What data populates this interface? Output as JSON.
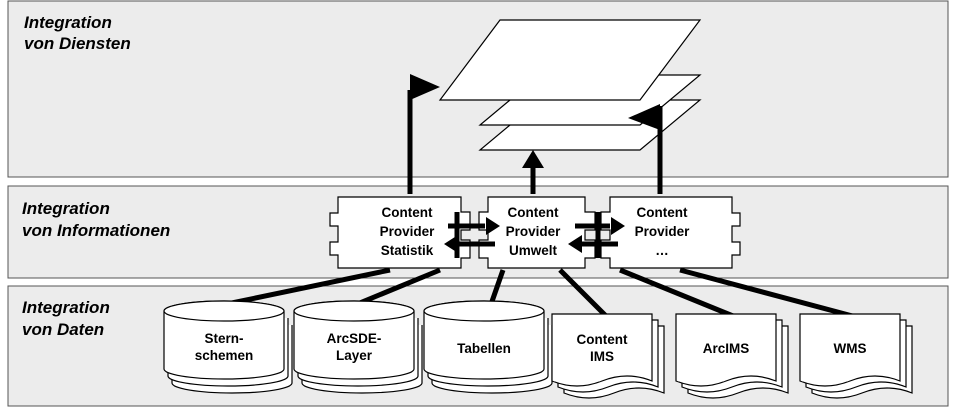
{
  "layers": {
    "services": {
      "line1": "Integration",
      "line2": "von Diensten"
    },
    "information": {
      "line1": "Integration",
      "line2": "von Informationen"
    },
    "data": {
      "line1": "Integration",
      "line2": "von Daten"
    }
  },
  "providers": [
    {
      "line1": "Content",
      "line2": "Provider",
      "line3": "Statistik"
    },
    {
      "line1": "Content",
      "line2": "Provider",
      "line3": "Umwelt"
    },
    {
      "line1": "Content",
      "line2": "Provider",
      "line3": "…"
    }
  ],
  "sources": [
    {
      "line1": "Stern-",
      "line2": "schemen",
      "shape": "database-stack-icon"
    },
    {
      "line1": "ArcSDE-",
      "line2": "Layer",
      "shape": "database-stack-icon"
    },
    {
      "line1": "Tabellen",
      "line2": "",
      "shape": "database-stack-icon"
    },
    {
      "line1": "Content",
      "line2": "IMS",
      "shape": "document-stack-icon"
    },
    {
      "line1": "ArcIMS",
      "line2": "",
      "shape": "document-stack-icon"
    },
    {
      "line1": "WMS",
      "line2": "",
      "shape": "document-stack-icon"
    }
  ],
  "colors": {
    "band_fill": "#ececec",
    "band_stroke": "#555555",
    "ink": "#000000",
    "paper": "#ffffff"
  }
}
